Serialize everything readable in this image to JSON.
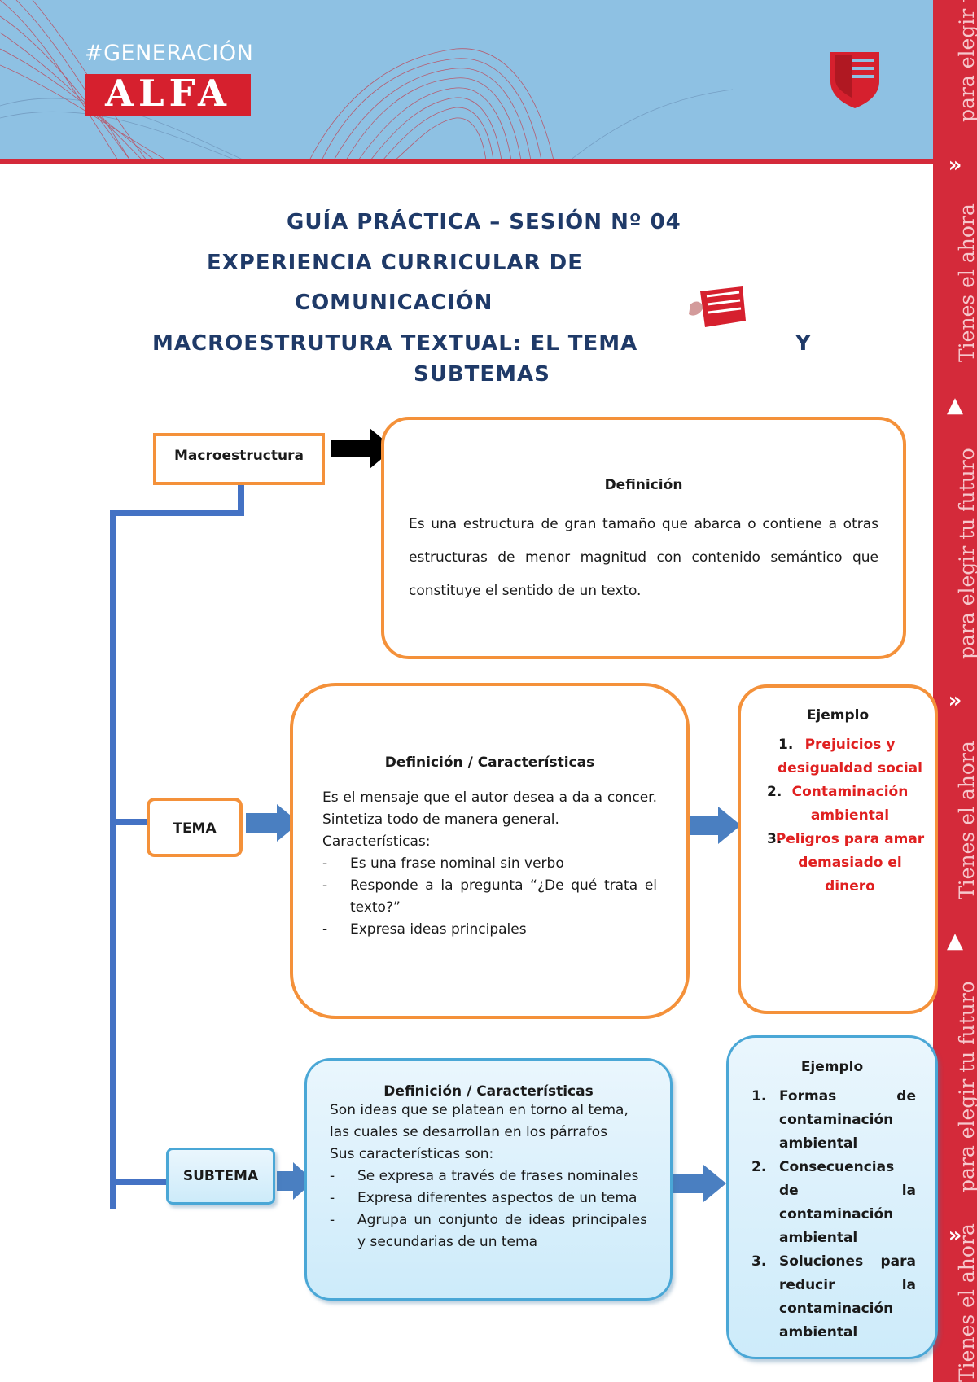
{
  "header": {
    "hashtag": "#GENERACIÓN",
    "brand": "ALFA"
  },
  "side_strip": {
    "slogan_1": "para elegir tu futuro",
    "slogan_2": "Tienes el ahora"
  },
  "titles": {
    "line1": "GUÍA PRÁCTICA – SESIÓN Nº 04",
    "line2": "EXPERIENCIA CURRICULAR DE",
    "line3": "COMUNICACIÓN",
    "line4a": "MACROESTRUTURA TEXTUAL: EL TEMA",
    "line4b": "Y",
    "line5": "SUBTEMAS"
  },
  "macro": {
    "label": "Macroestructura",
    "heading": "Definición",
    "text": "Es una estructura de gran tamaño que abarca o contiene a otras estructuras de menor magnitud con contenido semántico que constituye el sentido de un texto."
  },
  "tema": {
    "label": "TEMA",
    "heading": "Definición / Características",
    "intro": "Es el mensaje que el autor desea a da a concer. Sintetiza todo de manera general.",
    "char_label": "Características:",
    "items": [
      "Es una frase nominal sin verbo",
      "Responde a la pregunta “¿De qué trata el texto?”",
      "Expresa ideas principales"
    ],
    "example_heading": "Ejemplo",
    "examples": [
      "Prejuicios y desigualdad social",
      "Contaminación ambiental",
      "Peligros para amar demasiado el dinero"
    ],
    "example_nums": [
      "1.",
      "2.",
      "3."
    ]
  },
  "subtema": {
    "label": "SUBTEMA",
    "heading": "Definición / Características",
    "intro": "Son ideas que se platean en torno al tema, las cuales se desarrollan en los párrafos",
    "char_label": "Sus características son:",
    "items": [
      "Se expresa a través de frases nominales",
      "Expresa diferentes aspectos de un tema",
      "Agrupa un conjunto de ideas principales y secundarias de un tema"
    ],
    "example_heading": "Ejemplo",
    "examples": [
      "Formas de contaminación ambiental",
      "Consecuencias de la contaminación ambiental",
      "Soluciones para reducir la contaminación ambiental"
    ],
    "example_nums": [
      "1.",
      "2.",
      "3."
    ]
  },
  "colors": {
    "banner": "#8ec1e3",
    "brand_red": "#d42a3a",
    "title_navy": "#1f3a68",
    "orange_border": "#f4913a",
    "blue_connector": "#4472c4",
    "example_red": "#e02020"
  }
}
